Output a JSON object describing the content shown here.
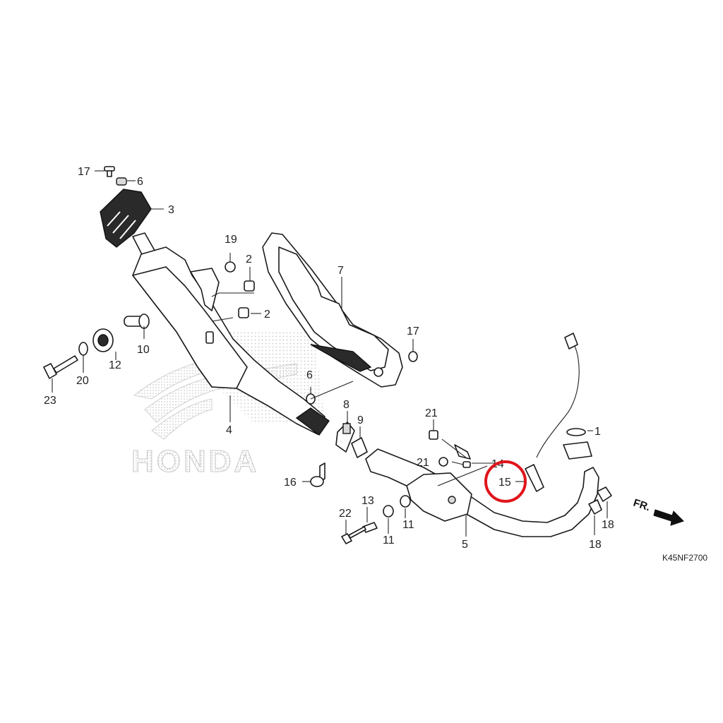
{
  "diagram": {
    "watermark_text": "HONDA",
    "diagram_code": "K45NF2700",
    "direction_label": "FR.",
    "highlight_color": "#e0141b",
    "callouts": {
      "c17a": "17",
      "c6a": "6",
      "c3": "3",
      "c19": "19",
      "c2a": "2",
      "c2b": "2",
      "c7": "7",
      "c17b": "17",
      "c10": "10",
      "c12": "12",
      "c20": "20",
      "c23": "23",
      "c6b": "6",
      "c4": "4",
      "c8": "8",
      "c9": "9",
      "c21a": "21",
      "c1": "1",
      "c21b": "21",
      "c14": "14",
      "c15": "15",
      "c16": "16",
      "c22": "22",
      "c13": "13",
      "c11a": "11",
      "c11b": "11",
      "c5": "5",
      "c18a": "18",
      "c18b": "18"
    }
  }
}
